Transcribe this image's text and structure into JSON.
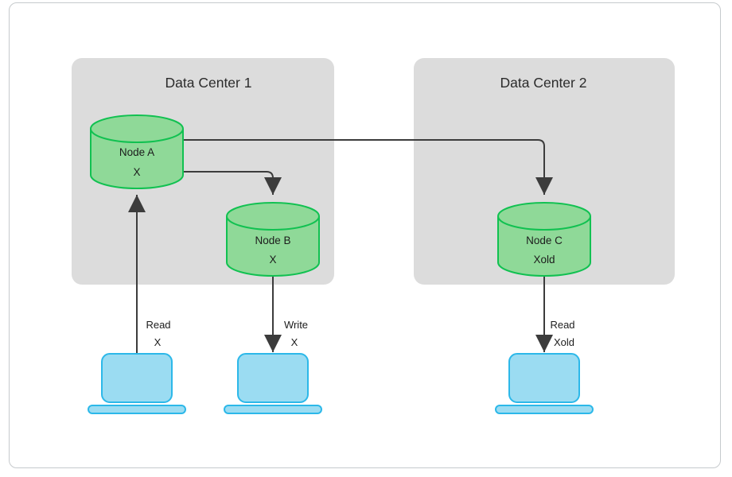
{
  "data_centers": [
    {
      "label": "Data Center 1"
    },
    {
      "label": "Data Center 2"
    }
  ],
  "nodes": [
    {
      "name": "Node A",
      "value": "X"
    },
    {
      "name": "Node B",
      "value": "X"
    },
    {
      "name": "Node C",
      "value": "Xold"
    }
  ],
  "operations": [
    {
      "action": "Read",
      "value": "X"
    },
    {
      "action": "Write",
      "value": "X"
    },
    {
      "action": "Read",
      "value": "Xold"
    }
  ],
  "colors": {
    "data_center_fill": "#dcdcdc",
    "node_fill": "#8fd998",
    "node_stroke": "#11c151",
    "client_fill": "#9bdcf2",
    "client_stroke": "#2cb8e9",
    "arrow": "#3c3c3c",
    "text": "#1c1c1c",
    "card_border": "#c6cacd"
  }
}
